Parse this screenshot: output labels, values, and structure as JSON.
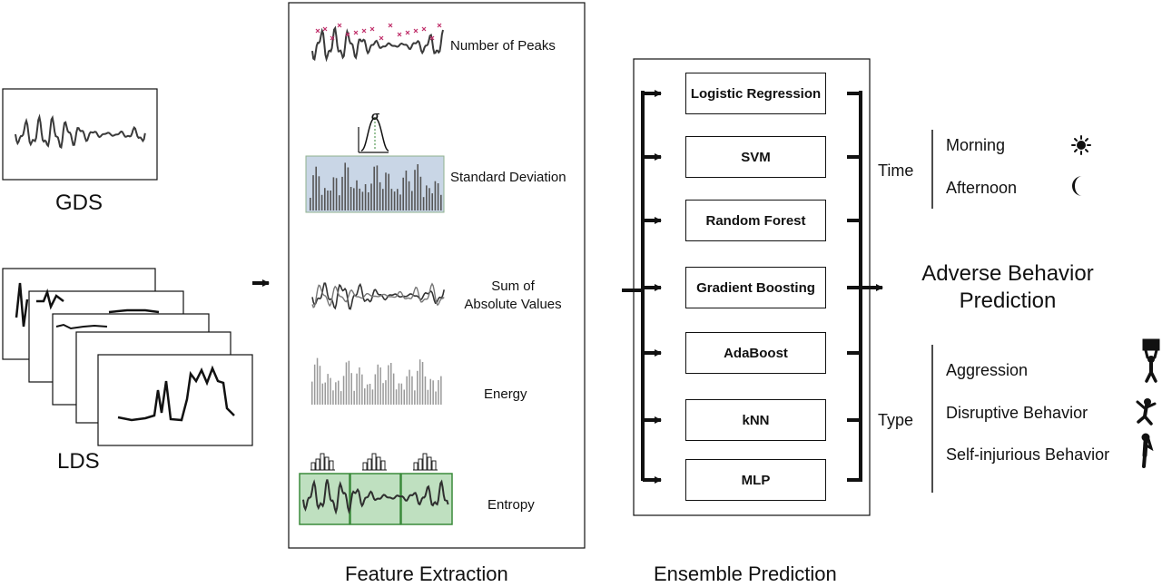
{
  "inputs": {
    "gds_label": "GDS",
    "lds_label": "LDS"
  },
  "feature_extraction": {
    "caption": "Feature Extraction",
    "features": [
      {
        "label": "Number of Peaks"
      },
      {
        "label": "Standard Deviation",
        "icon_symbol": "σ"
      },
      {
        "label_line1": "Sum of",
        "label_line2": "Absolute Values"
      },
      {
        "label": "Energy"
      },
      {
        "label": "Entropy"
      }
    ]
  },
  "ensemble": {
    "caption": "Ensemble Prediction",
    "models": [
      "Logistic Regression",
      "SVM",
      "Random Forest",
      "Gradient Boosting",
      "AdaBoost",
      "kNN",
      "MLP"
    ]
  },
  "output": {
    "title_line1": "Adverse Behavior",
    "title_line2": "Prediction",
    "time": {
      "label": "Time",
      "options": [
        {
          "label": "Morning",
          "icon": "sun-icon"
        },
        {
          "label": "Afternoon",
          "icon": "moon-icon"
        }
      ]
    },
    "type": {
      "label": "Type",
      "options": [
        {
          "label": "Aggression",
          "icon": "aggression-figure-icon"
        },
        {
          "label": "Disruptive Behavior",
          "icon": "disruptive-figure-icon"
        },
        {
          "label": "Self-injurious Behavior",
          "icon": "self-injurious-figure-icon"
        }
      ]
    }
  },
  "colors": {
    "stroke": "#111111",
    "wave": "#3a3a3a",
    "std_panel_fill": "#c9d6e6",
    "entropy_fill": "#bfe0c0",
    "entropy_border": "#3a8a3a",
    "peak_marker": "#c0306a",
    "energy_bar": "#999999"
  }
}
